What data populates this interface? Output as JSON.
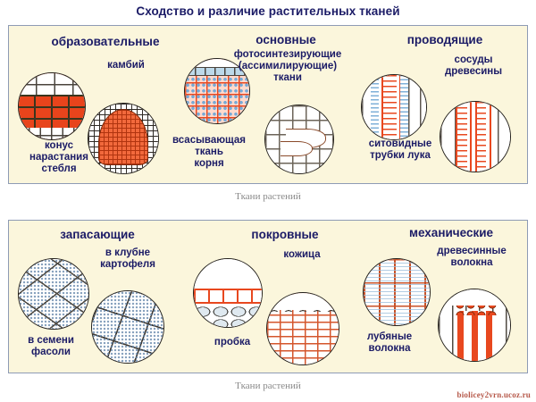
{
  "page": {
    "title": "Сходство и различие растительных тканей",
    "watermark": "biolicey2vrn.ucoz.ru"
  },
  "captions": {
    "first": "Ткани растений",
    "second": "Ткани растений"
  },
  "panels": [
    {
      "id": "panel-1",
      "groups": [
        {
          "heading": "образовательные",
          "labels": [
            {
              "text": "камбий",
              "for": "cambium"
            },
            {
              "text": "конус\nнарастания\nстебля",
              "for": "growth-cone"
            }
          ],
          "specimens": [
            {
              "name": "cambium",
              "caption": "камбий"
            },
            {
              "name": "growth-cone",
              "caption": "конус нарастания стебля"
            }
          ]
        },
        {
          "heading": "основные",
          "subheading": "фотосинтезирующие\n(ассимилирующие)\nткани",
          "labels": [
            {
              "text": "всасывающая\nткань\nкорня",
              "for": "absorbing-root-tissue"
            }
          ],
          "specimens": [
            {
              "name": "photosynthetic-tissue",
              "caption": "фотосинтезирующие ткани"
            },
            {
              "name": "absorbing-root-tissue",
              "caption": "всасывающая ткань корня"
            }
          ]
        },
        {
          "heading": "проводящие",
          "subheading": "сосуды\nдревесины",
          "labels": [
            {
              "text": "ситовидные\nтрубки лука",
              "for": "sieve-tubes"
            }
          ],
          "specimens": [
            {
              "name": "wood-vessels",
              "caption": "сосуды древесины"
            },
            {
              "name": "sieve-tubes",
              "caption": "ситовидные трубки лука"
            }
          ]
        }
      ]
    },
    {
      "id": "panel-2",
      "groups": [
        {
          "heading": "запасающие",
          "labels": [
            {
              "text": "в клубне\nкартофеля",
              "for": "potato-tuber"
            },
            {
              "text": "в семени\nфасоли",
              "for": "bean-seed"
            }
          ],
          "specimens": [
            {
              "name": "potato-tuber",
              "caption": "в клубне картофеля"
            },
            {
              "name": "bean-seed",
              "caption": "в семени фасоли"
            }
          ]
        },
        {
          "heading": "покровные",
          "labels": [
            {
              "text": "кожица",
              "for": "epidermis"
            },
            {
              "text": "пробка",
              "for": "cork"
            }
          ],
          "specimens": [
            {
              "name": "epidermis",
              "caption": "кожица"
            },
            {
              "name": "cork",
              "caption": "пробка"
            }
          ]
        },
        {
          "heading": "механические",
          "subheading": "древесинные\nволокна",
          "labels": [
            {
              "text": "лубяные\nволокна",
              "for": "bast-fibres"
            }
          ],
          "specimens": [
            {
              "name": "wood-fibres",
              "caption": "древесинные волокна"
            },
            {
              "name": "bast-fibres",
              "caption": "лубяные волокна"
            }
          ]
        }
      ]
    }
  ],
  "labels": {
    "p1": {
      "educational": "образовательные",
      "cambium": "камбий",
      "growth_cone": "конус\nнарастания\nстебля",
      "basic": "основные",
      "photosynthetic": "фотосинтезирующие\n(ассимилирующие)\nткани",
      "absorbing": "всасывающая\nткань\nкорня",
      "conducting": "проводящие",
      "wood_vessels": "сосуды\nдревесины",
      "sieve_tubes": "ситовидные\nтрубки лука"
    },
    "p2": {
      "storage": "запасающие",
      "potato": "в клубне\nкартофеля",
      "bean": "в семени\nфасоли",
      "covering": "покровные",
      "epidermis": "кожица",
      "cork": "пробка",
      "mechanical": "механические",
      "wood_fibres": "древесинные\nволокна",
      "bast_fibres": "лубяные\nволокна"
    }
  },
  "colors": {
    "panel_background": "#fbf6dc",
    "panel_border": "#8e9bb5",
    "label_text": "#1b1b66",
    "accent_orange": "#e8481f",
    "caption_text": "#8a8a8a",
    "watermark": "#b04a3a"
  }
}
